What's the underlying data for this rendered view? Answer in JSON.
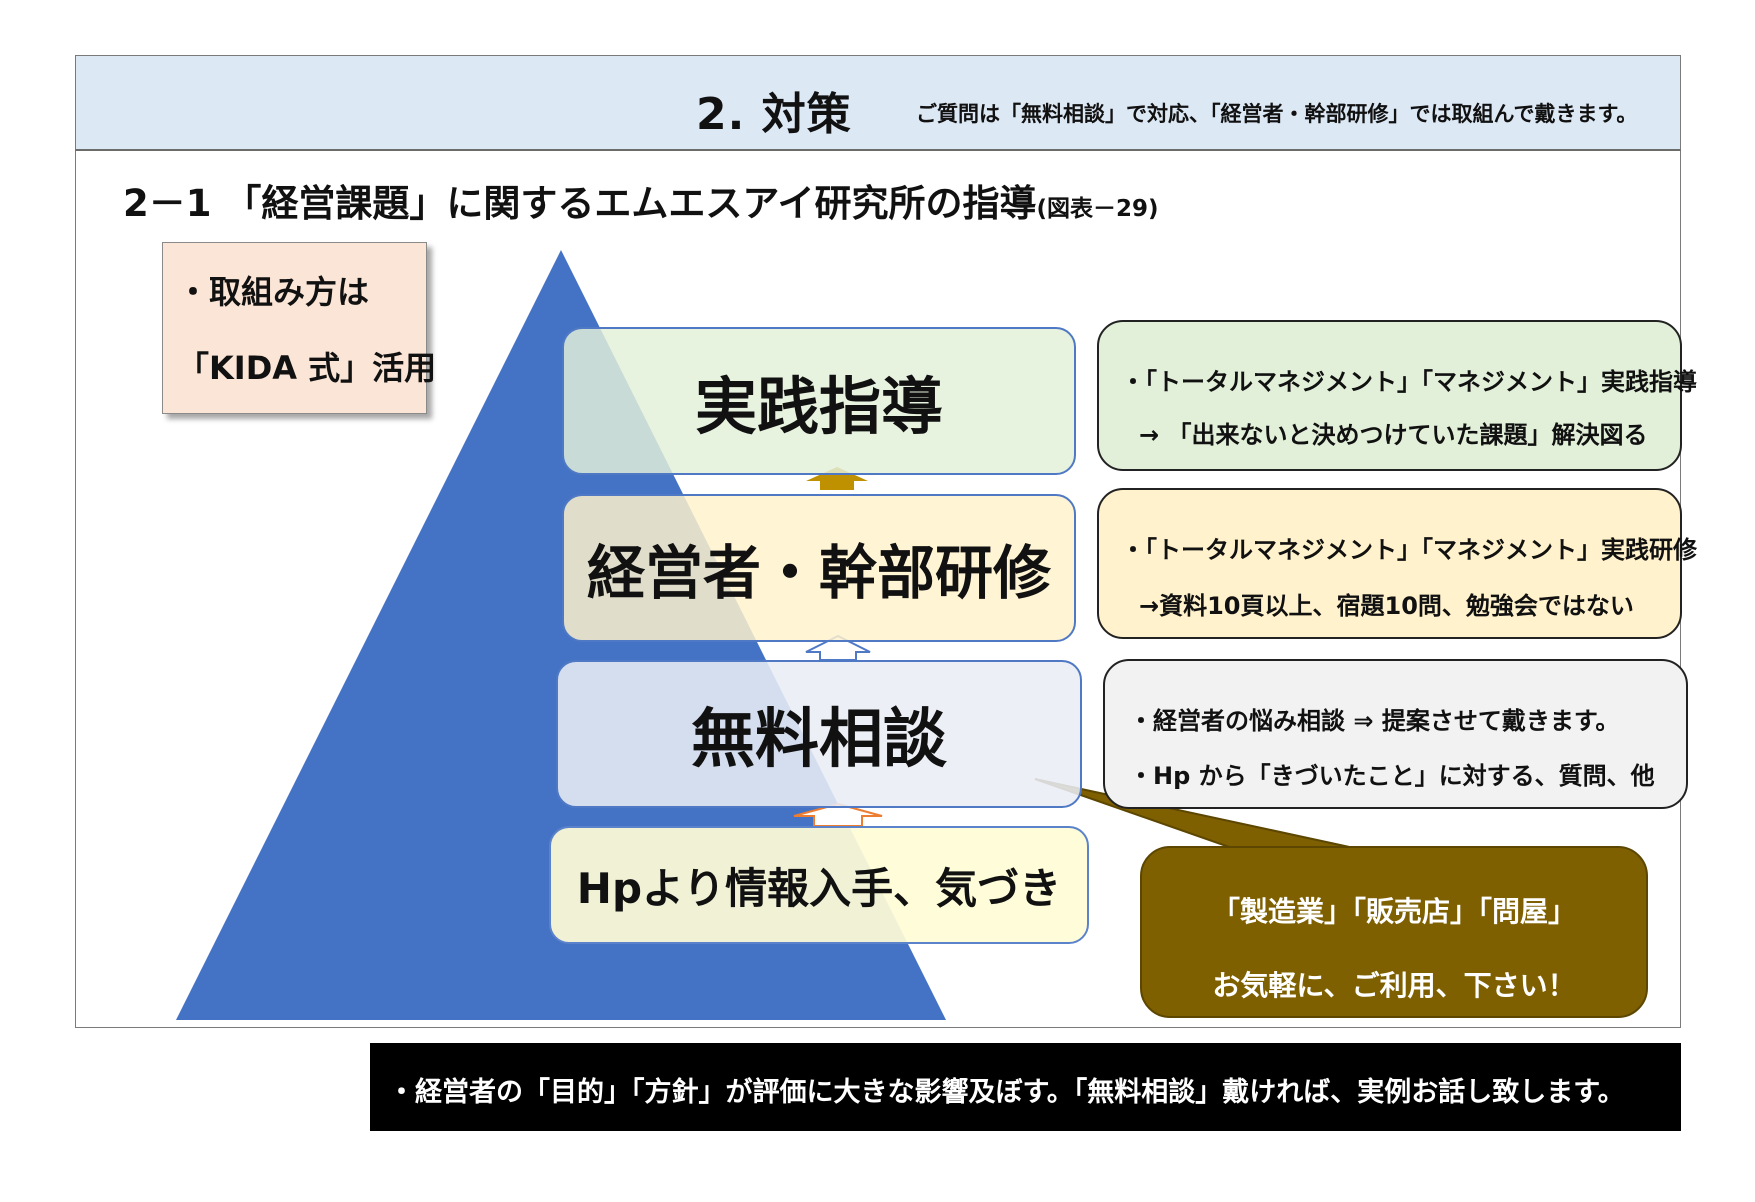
{
  "header": {
    "title": "2. 対策",
    "subtitle": "ご質問は「無料相談」で対応、「経営者・幹部研修」では取組んで戴きます。"
  },
  "section": {
    "title": "2－1 「経営課題」に関するエムエスアイ研究所の指導",
    "figure_ref": "(図表－29)"
  },
  "kida_box": {
    "line1": "・取組み方は",
    "line2": "「KIDA 式」活用"
  },
  "tiers": [
    {
      "label": "実践指導"
    },
    {
      "label": "経営者・幹部研修"
    },
    {
      "label": "無料相談"
    },
    {
      "label": "Hpより情報入手、気づき"
    }
  ],
  "descriptions": [
    {
      "line1": "・「トータルマネジメント」「マネジメント」実践指導",
      "line2": "→ 「出来ないと決めつけていた課題」解決図る"
    },
    {
      "line1": "・「トータルマネジメント」「マネジメント」実践研修",
      "line2": "→資料10頁以上、宿題10問、勉強会ではない"
    },
    {
      "line1": "・経営者の悩み相談 ⇒ 提案させて戴きます。",
      "line2": "・Hp から「きづいたこと」に対する、質問、他"
    }
  ],
  "callout": {
    "line1": "「製造業」「販売店」「問屋」",
    "line2": "お気軽に、ご利用、下さい！"
  },
  "footer": {
    "text": "・経営者の「目的」「方針」が評価に大きな影響及ぼす。「無料相談」戴ければ、実例お話し致します。"
  },
  "colors": {
    "header_bg": "#dde8f5",
    "pyramid": "#4472c4",
    "tier_border": "#4f79c4",
    "tier1_bg": "#e2f0d9",
    "tier2_bg": "#fff2cc",
    "tier3_bg": "#e9edf5",
    "tier4_bg": "#fffcd6",
    "kida_bg": "#fbe5d6",
    "callout_bg": "#7f6000",
    "arrow_gold": "#bf9000",
    "banner_bg": "#000000"
  }
}
